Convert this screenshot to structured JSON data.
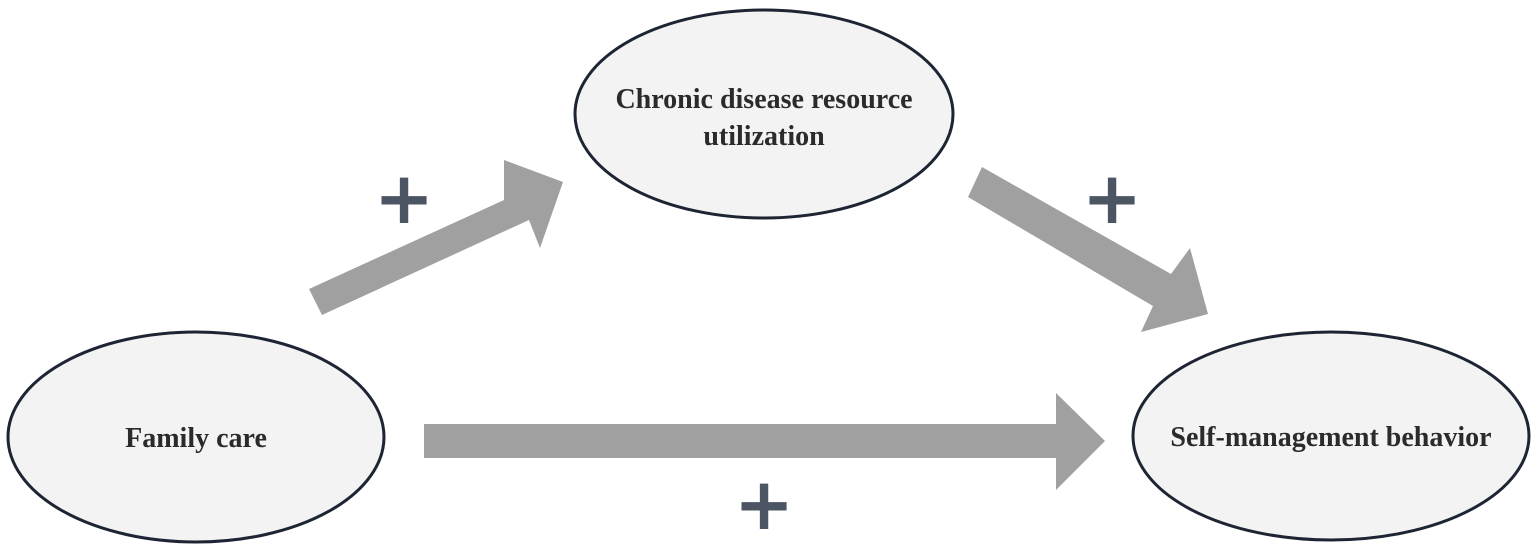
{
  "colors": {
    "node_fill": "#f3f3f3",
    "node_stroke": "#1d2433",
    "node_text": "#2b2b2b",
    "arrow": "#a0a0a0",
    "plus": "#4b5563"
  },
  "nodes": {
    "family_care": {
      "label": "Family care"
    },
    "resource_utilization": {
      "line1": "Chronic disease resource",
      "line2": "utilization"
    },
    "self_management": {
      "label": "Self-management behavior"
    }
  },
  "edges": {
    "family_to_resource": {
      "sign": "+"
    },
    "resource_to_self": {
      "sign": "+"
    },
    "family_to_self": {
      "sign": "+"
    }
  }
}
